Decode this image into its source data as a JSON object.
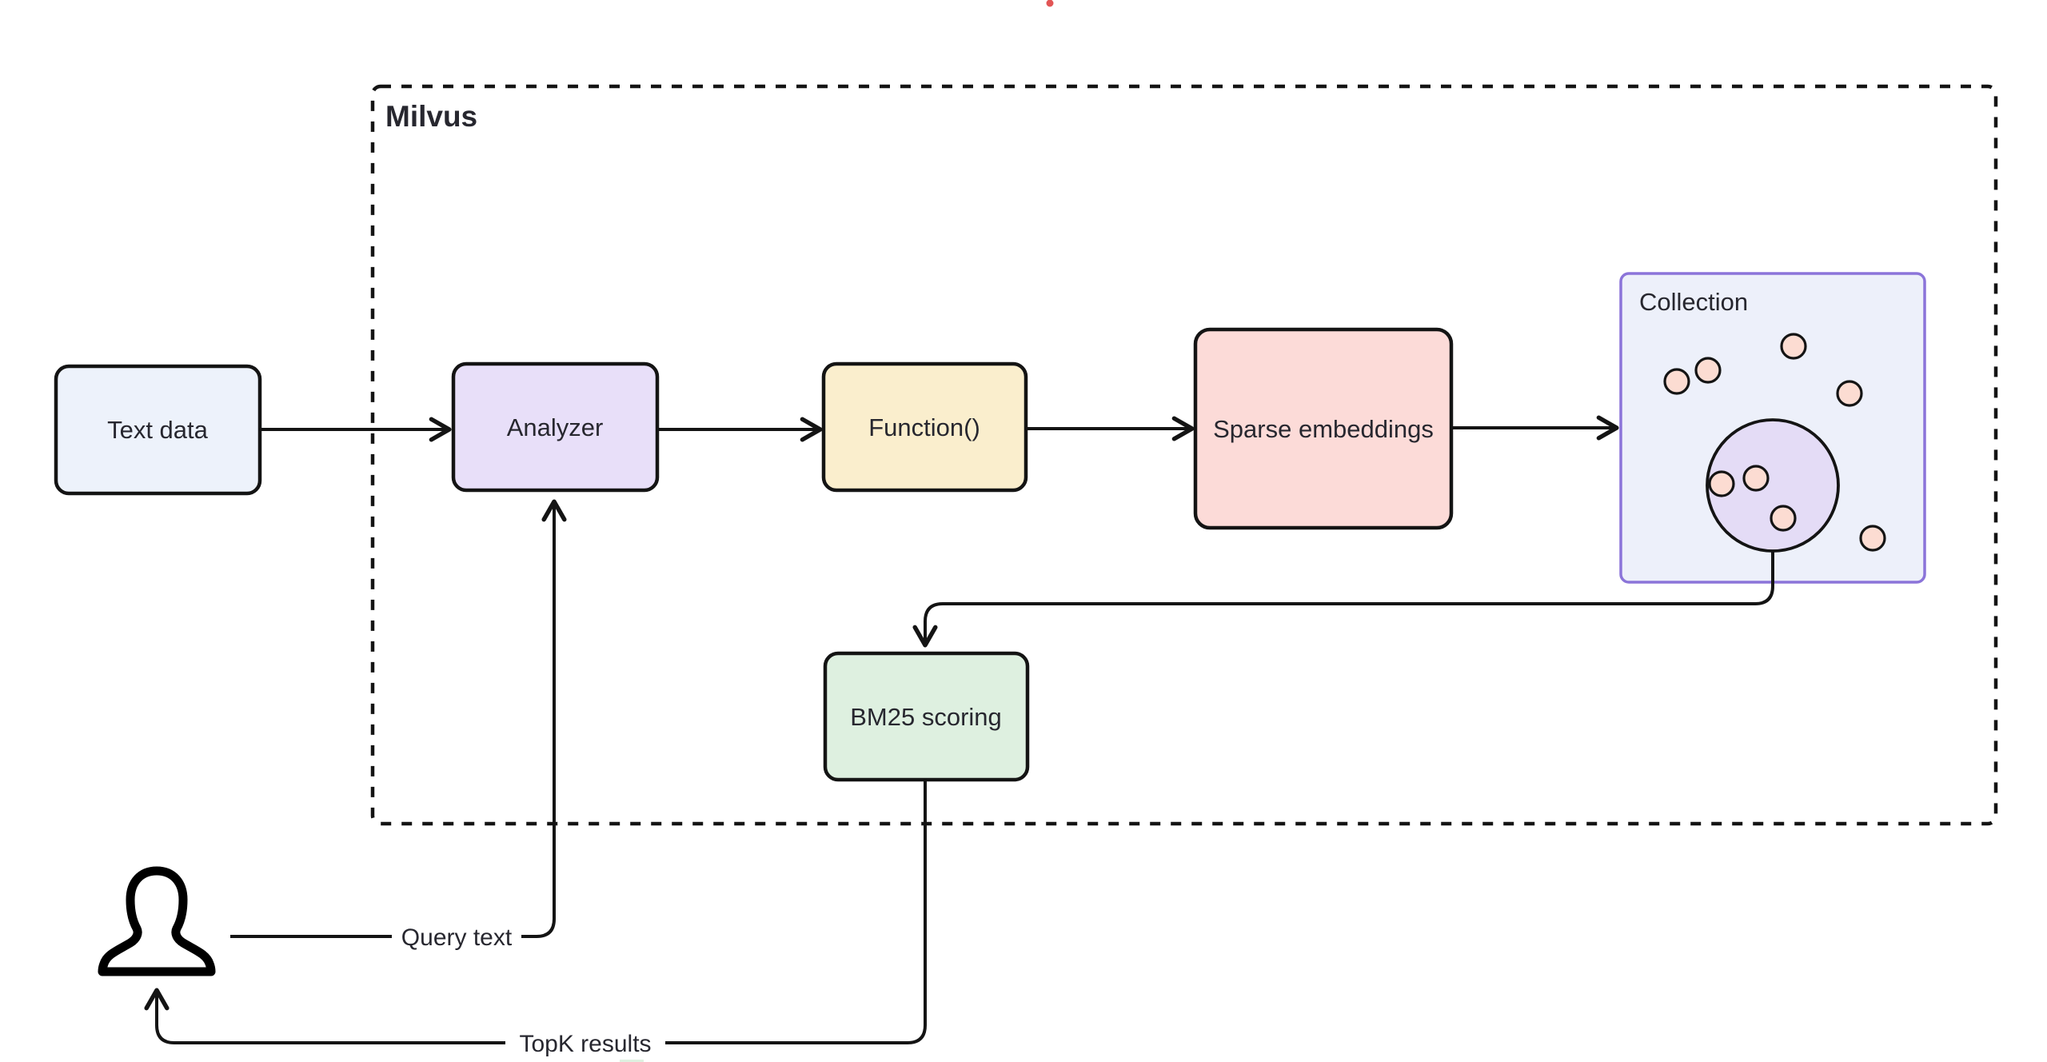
{
  "container": {
    "label": "Milvus",
    "label_color": "#4a74c8",
    "border_color": "#141414"
  },
  "nodes": {
    "text_data": {
      "label": "Text data",
      "fill": "#edf2fb"
    },
    "analyzer": {
      "label": "Analyzer",
      "fill": "#e8dff9"
    },
    "function": {
      "label": "Function()",
      "fill": "#faeecd"
    },
    "sparse_embeddings": {
      "label": "Sparse embeddings",
      "fill": "#fcdbd8"
    },
    "bm25_scoring": {
      "label": "BM25 scoring",
      "fill": "#def0e0"
    },
    "collection": {
      "label": "Collection",
      "fill": "#edf0fa",
      "border": "#8b74d9"
    }
  },
  "collection_contents": {
    "outer_dot_count": 5,
    "cluster_dot_count": 3,
    "dot_fill": "#fcdcd2",
    "cluster_fill": "#e4dcf6"
  },
  "edge_labels": {
    "query_text": {
      "label": "Query text"
    },
    "topk_results": {
      "label": "TopK results"
    }
  },
  "artifact": {
    "dot_color": "#e25555"
  }
}
